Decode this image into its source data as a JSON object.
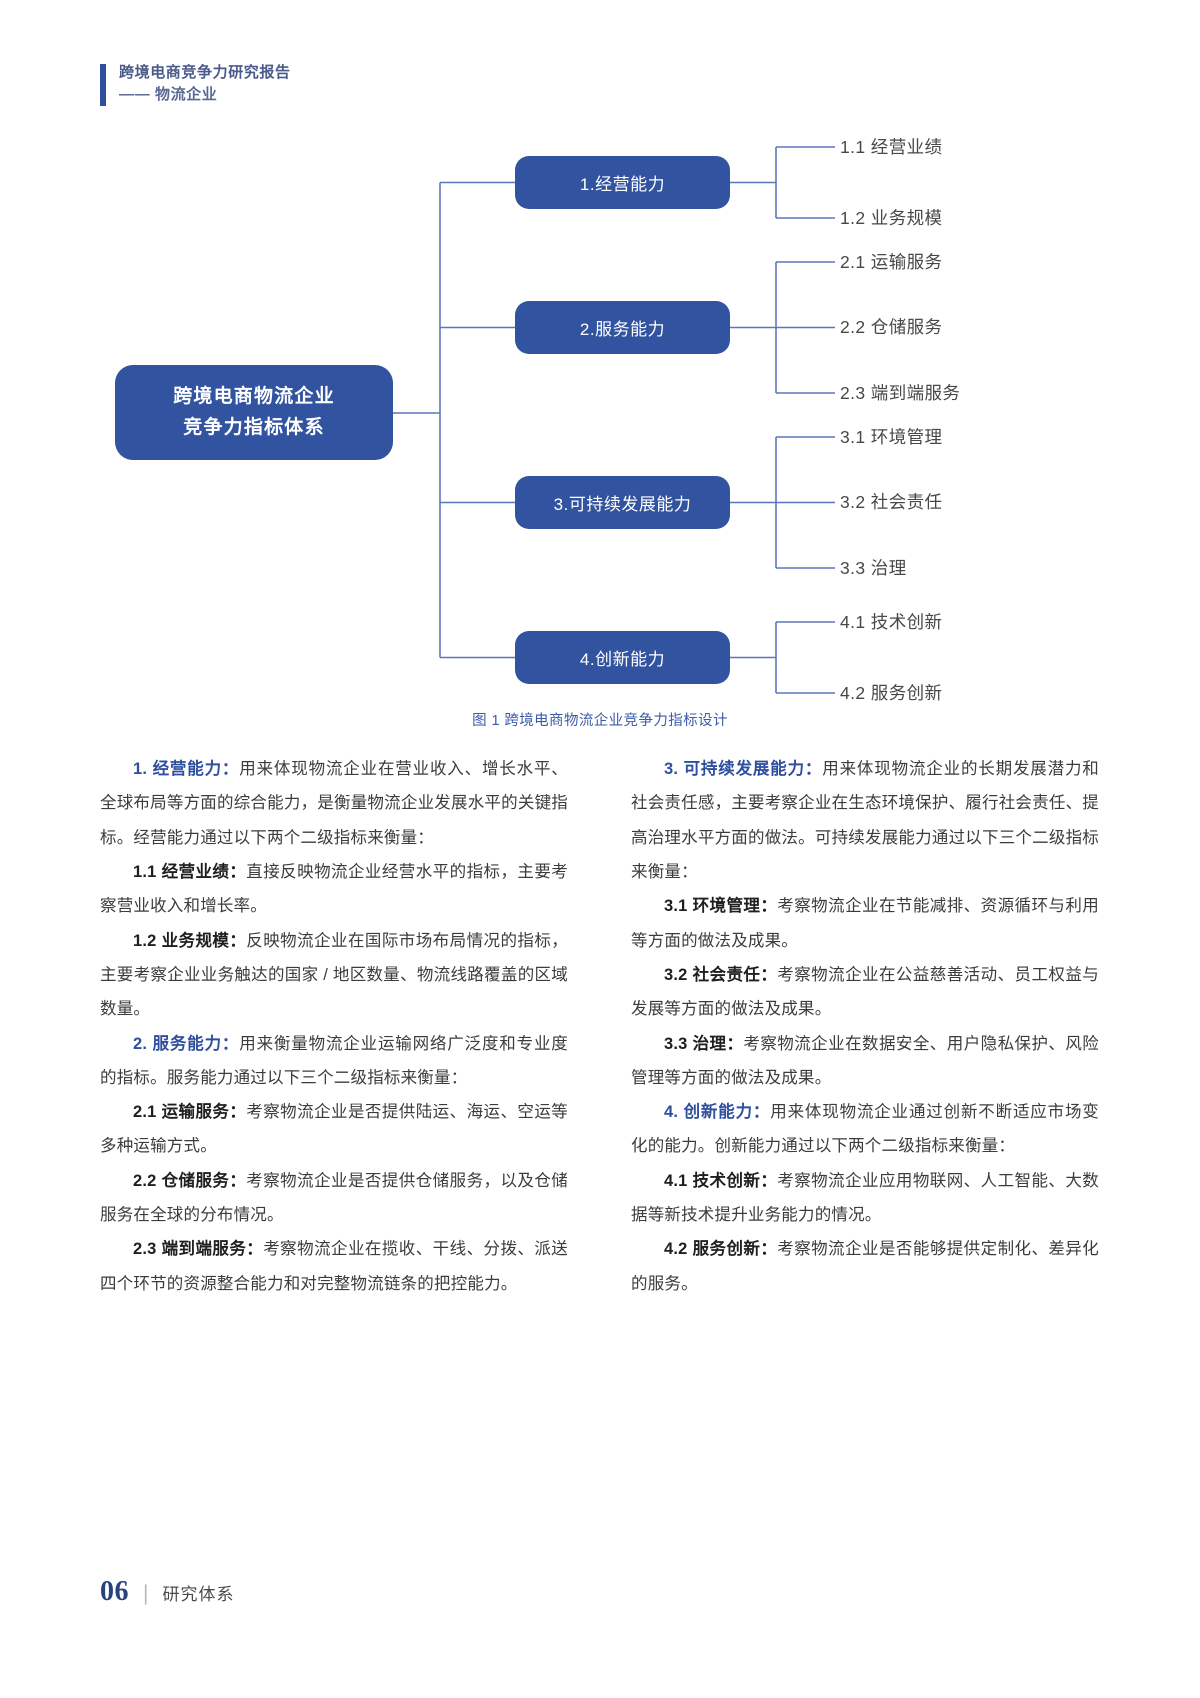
{
  "header": {
    "title": "跨境电商竞争力研究报告",
    "subtitle": "—— 物流企业",
    "accent_color": "#2f4f9e"
  },
  "figure": {
    "caption": "图 1 跨境电商物流企业竞争力指标设计",
    "caption_color": "#3b5ca8",
    "node_color": "#32539f",
    "line_color": "#5b77bb",
    "root": "跨境电商物流企业\n竞争力指标体系",
    "root_line1": "跨境电商物流企业",
    "root_line2": "竞争力指标体系",
    "branches": [
      {
        "label": "1.经营能力",
        "children": [
          "1.1 经营业绩",
          "1.2 业务规模"
        ]
      },
      {
        "label": "2.服务能力",
        "children": [
          "2.1 运输服务",
          "2.2 仓储服务",
          "2.3 端到端服务"
        ]
      },
      {
        "label": "3.可持续发展能力",
        "children": [
          "3.1 环境管理",
          "3.2 社会责任",
          "3.3 治理"
        ]
      },
      {
        "label": "4.创新能力",
        "children": [
          "4.1 技术创新",
          "4.2 服务创新"
        ]
      }
    ]
  },
  "body": {
    "left_column": [
      {
        "lead": "1. 经营能力：",
        "lead_style": "blue",
        "text": "用来体现物流企业在营业收入、增长水平、全球布局等方面的综合能力，是衡量物流企业发展水平的关键指标。经营能力通过以下两个二级指标来衡量："
      },
      {
        "lead": "1.1 经营业绩：",
        "lead_style": "dark",
        "text": "直接反映物流企业经营水平的指标，主要考察营业收入和增长率。"
      },
      {
        "lead": "1.2 业务规模：",
        "lead_style": "dark",
        "text": "反映物流企业在国际市场布局情况的指标，主要考察企业业务触达的国家 / 地区数量、物流线路覆盖的区域数量。"
      },
      {
        "lead": "2. 服务能力：",
        "lead_style": "blue",
        "text": "用来衡量物流企业运输网络广泛度和专业度的指标。服务能力通过以下三个二级指标来衡量："
      },
      {
        "lead": "2.1 运输服务：",
        "lead_style": "dark",
        "text": "考察物流企业是否提供陆运、海运、空运等多种运输方式。"
      },
      {
        "lead": "2.2 仓储服务：",
        "lead_style": "dark",
        "text": "考察物流企业是否提供仓储服务，以及仓储服务在全球的分布情况。"
      },
      {
        "lead": "2.3 端到端服务：",
        "lead_style": "dark",
        "text": "考察物流企业在揽收、干线、分拨、派送四个环节的资源整合能力和对完整物流链条的把控能力。"
      }
    ],
    "right_column": [
      {
        "lead": "3. 可持续发展能力：",
        "lead_style": "blue",
        "text": "用来体现物流企业的长期发展潜力和社会责任感，主要考察企业在生态环境保护、履行社会责任、提高治理水平方面的做法。可持续发展能力通过以下三个二级指标来衡量："
      },
      {
        "lead": "3.1 环境管理：",
        "lead_style": "dark",
        "text": "考察物流企业在节能减排、资源循环与利用等方面的做法及成果。"
      },
      {
        "lead": "3.2 社会责任：",
        "lead_style": "dark",
        "text": "考察物流企业在公益慈善活动、员工权益与发展等方面的做法及成果。"
      },
      {
        "lead": "3.3 治理：",
        "lead_style": "dark",
        "text": "考察物流企业在数据安全、用户隐私保护、风险管理等方面的做法及成果。"
      },
      {
        "lead": "4. 创新能力：",
        "lead_style": "blue",
        "text": "用来体现物流企业通过创新不断适应市场变化的能力。创新能力通过以下两个二级指标来衡量："
      },
      {
        "lead": "4.1 技术创新：",
        "lead_style": "dark",
        "text": "考察物流企业应用物联网、人工智能、大数据等新技术提升业务能力的情况。"
      },
      {
        "lead": "4.2 服务创新：",
        "lead_style": "dark",
        "text": "考察物流企业是否能够提供定制化、差异化的服务。"
      }
    ]
  },
  "footer": {
    "page_number": "06",
    "separator": "|",
    "section_label": "研究体系"
  }
}
